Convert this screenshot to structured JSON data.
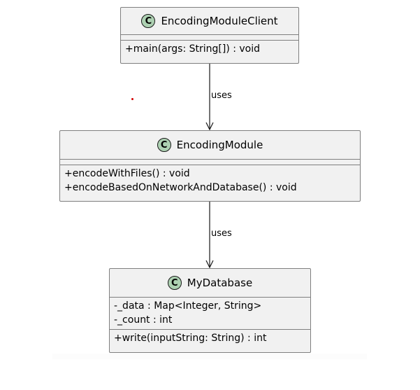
{
  "diagram": {
    "icon_letter": "C",
    "icon_color": "#add1b2",
    "box_fill": "#f1f1f1",
    "classes": [
      {
        "id": "encoding-module-client",
        "name": "EncodingModuleClient",
        "attributes": [],
        "methods": [
          "+main(args: String[]) : void"
        ]
      },
      {
        "id": "encoding-module",
        "name": "EncodingModule",
        "attributes": [],
        "methods": [
          "+encodeWithFiles() : void",
          "+encodeBasedOnNetworkAndDatabase() : void"
        ]
      },
      {
        "id": "my-database",
        "name": "MyDatabase",
        "attributes": [
          "-_data : Map<Integer, String>",
          "-_count : int"
        ],
        "methods": [
          "+write(inputString: String) : int"
        ]
      }
    ],
    "relations": [
      {
        "from": "EncodingModuleClient",
        "to": "EncodingModule",
        "label": "uses"
      },
      {
        "from": "EncodingModule",
        "to": "MyDatabase",
        "label": "uses"
      }
    ]
  }
}
